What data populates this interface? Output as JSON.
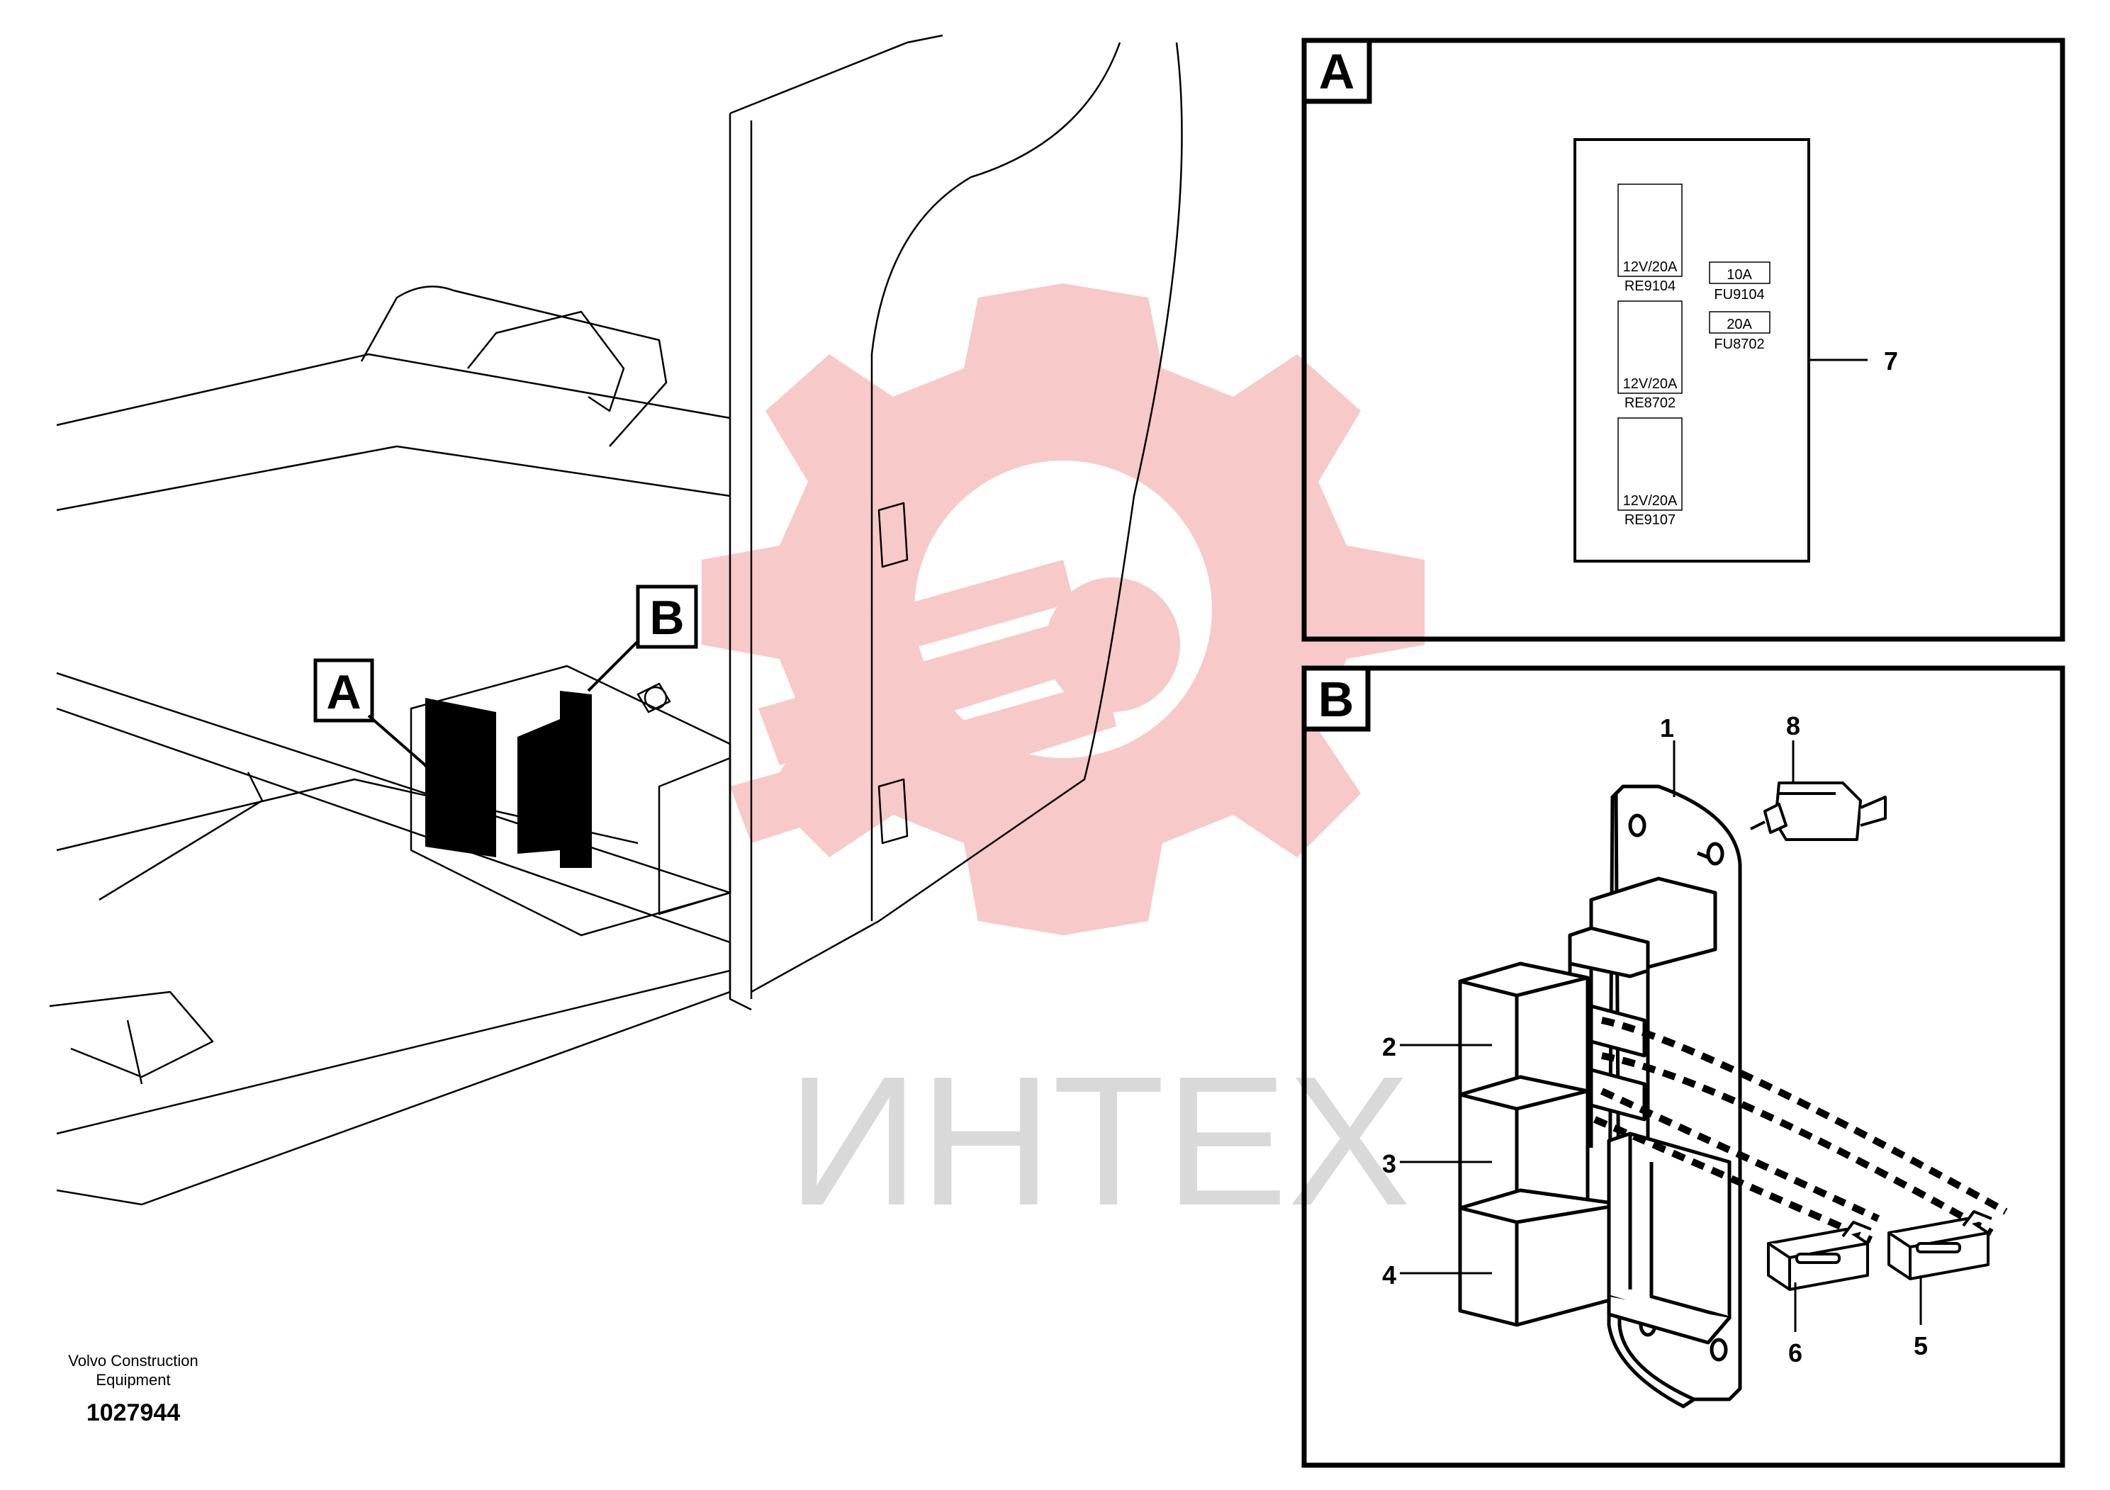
{
  "watermark": {
    "text": "ИНТЕХ",
    "gear_color": "#f7c9c9",
    "text_color": "#d9d9d9"
  },
  "overview": {
    "callout_a": "A",
    "callout_b": "B"
  },
  "footer": {
    "maker_line1": "Volvo Construction",
    "maker_line2": "Equipment",
    "drawing_number": "1027944"
  },
  "panel_a": {
    "tag": "A",
    "relays": [
      {
        "rating": "12V/20A",
        "code": "RE9104"
      },
      {
        "rating": "12V/20A",
        "code": "RE8702"
      },
      {
        "rating": "12V/20A",
        "code": "RE9107"
      }
    ],
    "fuses": [
      {
        "rating": "10A",
        "code": "FU9104"
      },
      {
        "rating": "20A",
        "code": "FU8702"
      }
    ],
    "callout": "7"
  },
  "panel_b": {
    "tag": "B",
    "callouts": {
      "bracket": "1",
      "relay_top": "2",
      "relay_mid": "3",
      "relay_bottom": "4",
      "fuse_right": "5",
      "fuse_left": "6",
      "fuse_holder": "8"
    }
  }
}
